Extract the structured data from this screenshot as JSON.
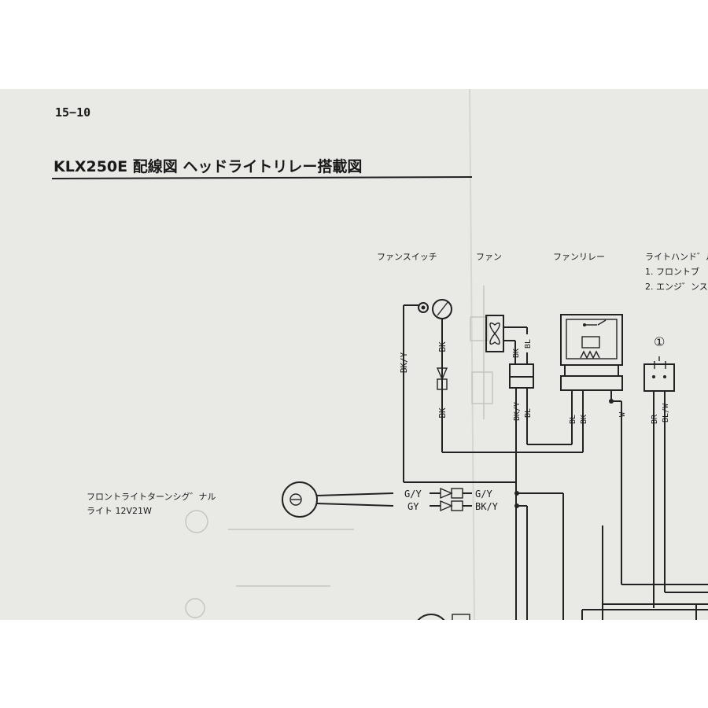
{
  "page": {
    "page_number": "15−10",
    "title": "KLX250E 配線図 ヘッドライトリレー搭載図"
  },
  "components": {
    "fan_switch": "ファンスイッチ",
    "fan": "ファン",
    "fan_relay": "ファンリレー",
    "light_handle": "ライトハンド゛ル",
    "light_handle_item1": "1. フロントブ",
    "light_handle_item2": "2. エンジ゛ンス",
    "connector_number": "①",
    "turn_signal_line1": "フロントライトターンシグ゛ナル",
    "turn_signal_line2": "ライト 12V21W"
  },
  "wires": {
    "fs_left": "BK/Y",
    "fs_right": "BK",
    "fs_lower": "BK",
    "fan_bk": "BK",
    "fan_bl": "BL",
    "fan_lower_bky": "BK/Y",
    "fan_lower_bl": "BL",
    "relay_bl": "BL",
    "relay_bk": "BK",
    "relay_w": "W",
    "handle_br": "BR",
    "handle_blw": "BL/W",
    "ts_in_top": "G/Y",
    "ts_in_bottom": "GY",
    "ts_out_top": "G/Y",
    "ts_out_bottom": "BK/Y"
  }
}
